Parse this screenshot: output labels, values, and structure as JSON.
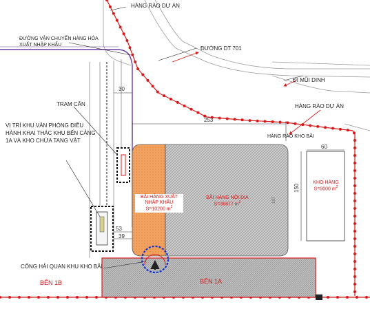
{
  "labels": {
    "project_fence_top": "HÀNG RÀO DỰ ÁN",
    "transport_road_line1": "ĐƯỜNG VẬN CHUYỂN HÀNG HÓA",
    "transport_road_line2": "XUẤT NHẬP KHẨU",
    "road_dt701": "ĐƯỜNG DT 701",
    "to_mui_dinh": "ĐI MŨI DINH",
    "weigh_station": "TRẠM CÂN",
    "project_fence_right": "HÀNG RÀO DỰ ÁN",
    "yard_fence": "HÀNG RÀO KHO BÃI",
    "office_line1": "VỊ TRÍ KHU VĂN PHÒNG ĐIỀU",
    "office_line2": "HÀNH KHAI THÁC KHU BẾN CẢNG",
    "office_line3": "1A VÀ KHO CHỨA TANG VẬT",
    "customs_gate": "CỔNG HẢI QUAN KHU KHO BÃI",
    "berth_1b": "BẾN 1B",
    "berth_1a": "BẾN 1A"
  },
  "areas": {
    "export_yard_line1": "BÃI HÀNG XUẤT",
    "export_yard_line2": "NHẬP KHẨU",
    "export_yard_area": "S=10200 m",
    "domestic_yard": "BÃI HÀNG NỘI ĐỊA",
    "domestic_yard_area": "S=36877 m",
    "warehouse": "KHO HÀNG",
    "warehouse_area": "S=9000 m",
    "area_unit_sup": "2"
  },
  "dimensions": {
    "d30": "30",
    "d253": "253",
    "d60": "60",
    "d150": "150",
    "d53": "53",
    "d39": "39",
    "d187": "187"
  },
  "colors": {
    "fence_red": "#d81818",
    "export_yard_fill": "#f0a060",
    "domestic_yard_fill": "#c8c8c8",
    "berth_fill": "#b8b8b8",
    "gate_circle": "#1030d0",
    "transport_road": "#6a3aa0"
  }
}
